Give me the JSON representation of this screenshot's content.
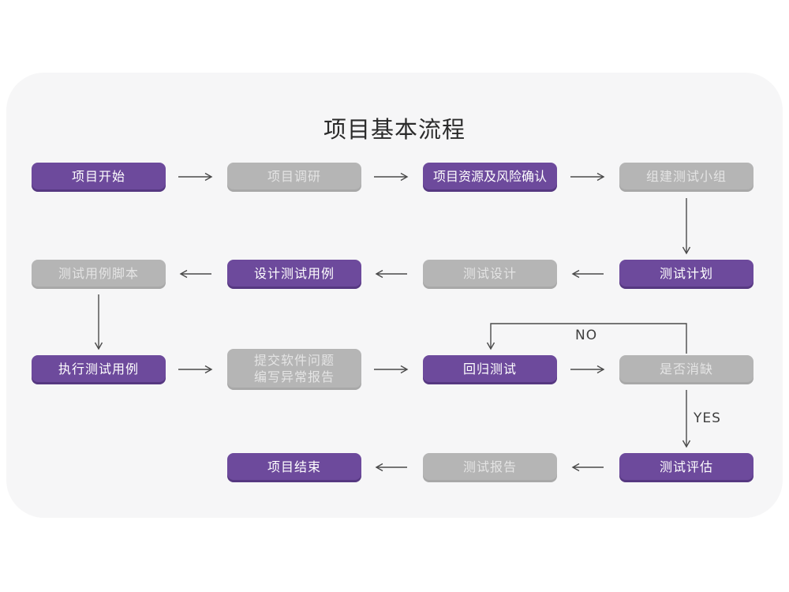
{
  "title": "项目基本流程",
  "colors": {
    "accent_purple": "#6d4a9c",
    "node_gray": "#b5b5b5",
    "card_background": "#f6f6f7",
    "arrow": "#4a4a4a",
    "node_text_purple": "#ffffff",
    "node_text_gray": "#e4e4e4"
  },
  "diagram": {
    "type": "flowchart",
    "nodes": [
      {
        "id": "project-start",
        "label": "项目开始",
        "style": "purple"
      },
      {
        "id": "project-research",
        "label": "项目调研",
        "style": "gray"
      },
      {
        "id": "project-resources-risk",
        "label": "项目资源及风险确认",
        "style": "purple"
      },
      {
        "id": "form-test-team",
        "label": "组建测试小组",
        "style": "gray"
      },
      {
        "id": "test-case-script",
        "label": "测试用例脚本",
        "style": "gray"
      },
      {
        "id": "design-test-cases",
        "label": "设计测试用例",
        "style": "purple"
      },
      {
        "id": "test-design",
        "label": "测试设计",
        "style": "gray"
      },
      {
        "id": "test-plan",
        "label": "测试计划",
        "style": "purple"
      },
      {
        "id": "execute-test-cases",
        "label": "执行测试用例",
        "style": "purple"
      },
      {
        "id": "submit-issues-report",
        "label": "提交软件问题",
        "label2": "编写异常报告",
        "style": "gray"
      },
      {
        "id": "regression-test",
        "label": "回归测试",
        "style": "purple"
      },
      {
        "id": "defect-resolved",
        "label": "是否消缺",
        "style": "gray"
      },
      {
        "id": "project-end",
        "label": "项目结束",
        "style": "purple"
      },
      {
        "id": "test-report",
        "label": "测试报告",
        "style": "gray"
      },
      {
        "id": "test-evaluation",
        "label": "测试评估",
        "style": "purple"
      }
    ],
    "edges": [
      {
        "from": "project-start",
        "to": "project-research"
      },
      {
        "from": "project-research",
        "to": "project-resources-risk"
      },
      {
        "from": "project-resources-risk",
        "to": "form-test-team"
      },
      {
        "from": "form-test-team",
        "to": "test-plan"
      },
      {
        "from": "test-plan",
        "to": "test-design"
      },
      {
        "from": "test-design",
        "to": "design-test-cases"
      },
      {
        "from": "design-test-cases",
        "to": "test-case-script"
      },
      {
        "from": "test-case-script",
        "to": "execute-test-cases"
      },
      {
        "from": "execute-test-cases",
        "to": "submit-issues-report"
      },
      {
        "from": "submit-issues-report",
        "to": "regression-test"
      },
      {
        "from": "regression-test",
        "to": "defect-resolved"
      },
      {
        "from": "defect-resolved",
        "to": "regression-test",
        "label": "NO"
      },
      {
        "from": "defect-resolved",
        "to": "test-evaluation",
        "label": "YES"
      },
      {
        "from": "test-evaluation",
        "to": "test-report"
      },
      {
        "from": "test-report",
        "to": "project-end"
      }
    ],
    "decision_labels": {
      "no": "NO",
      "yes": "YES"
    }
  }
}
